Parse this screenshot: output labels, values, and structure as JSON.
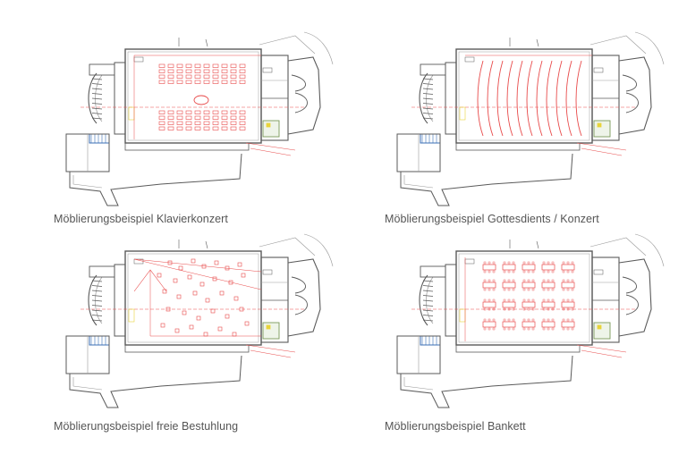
{
  "colors": {
    "linework": "#5a5a5a",
    "light_linework": "#9a9a9a",
    "furniture": "#e84a4a",
    "stairs": "#3b6fb6",
    "highlight": "#e8d43a",
    "caption_text": "#555555"
  },
  "panels": [
    {
      "caption": "Möblierungsbeispiel Klavierkonzert",
      "layout": "concert"
    },
    {
      "caption": "Möblierungsbeispiel Gottesdients / Konzert",
      "layout": "arc"
    },
    {
      "caption": "Möblierungsbeispiel freie Bestuhlung",
      "layout": "free"
    },
    {
      "caption": "Möblierungsbeispiel Bankett",
      "layout": "banquet"
    }
  ]
}
